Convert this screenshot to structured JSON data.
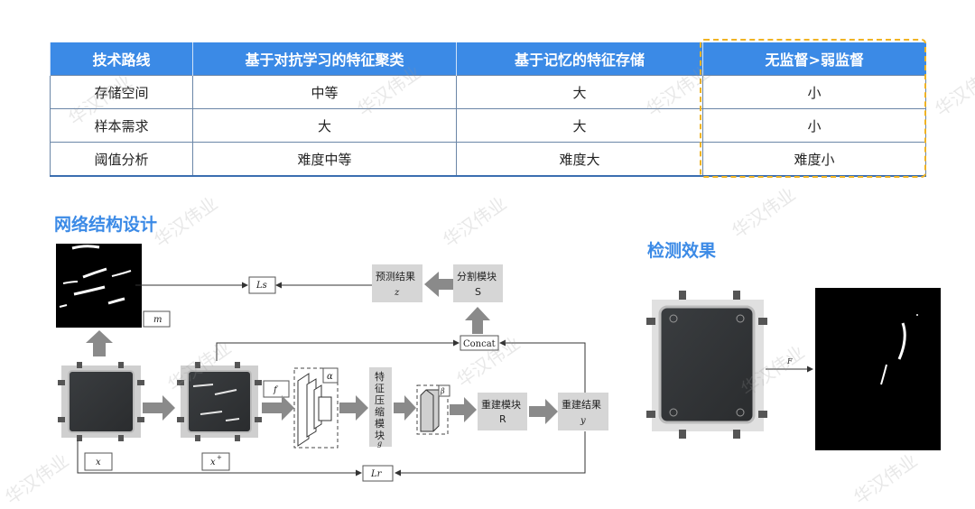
{
  "table": {
    "headers": [
      "技术路线",
      "基于对抗学习的特征聚类",
      "基于记忆的特征存储",
      "无监督>弱监督"
    ],
    "rows": [
      [
        "存储空间",
        "中等",
        "大",
        "小"
      ],
      [
        "样本需求",
        "大",
        "大",
        "小"
      ],
      [
        "阈值分析",
        "难度中等",
        "难度大",
        "难度小"
      ]
    ]
  },
  "headings": {
    "network": "网络结构设计",
    "detection": "检测效果"
  },
  "diagram": {
    "labels": {
      "ls": "Ls",
      "m": "m",
      "z": "z",
      "s": "S",
      "concat": "Concat",
      "alpha": "α",
      "f": "f",
      "beta": "β",
      "r": "R",
      "y": "y",
      "x": "x",
      "xplus": "x",
      "xplus_sup": "+",
      "lr": "Lr",
      "g": "g",
      "F": "F"
    },
    "blocks": {
      "predict": "预测结果",
      "segment": "分割模块",
      "feature_compress": [
        "特",
        "征",
        "压",
        "缩",
        "模",
        "块"
      ],
      "rebuild": "重建模块",
      "rebuild_result": "重建结果"
    }
  },
  "watermark": "华汉伟业"
}
